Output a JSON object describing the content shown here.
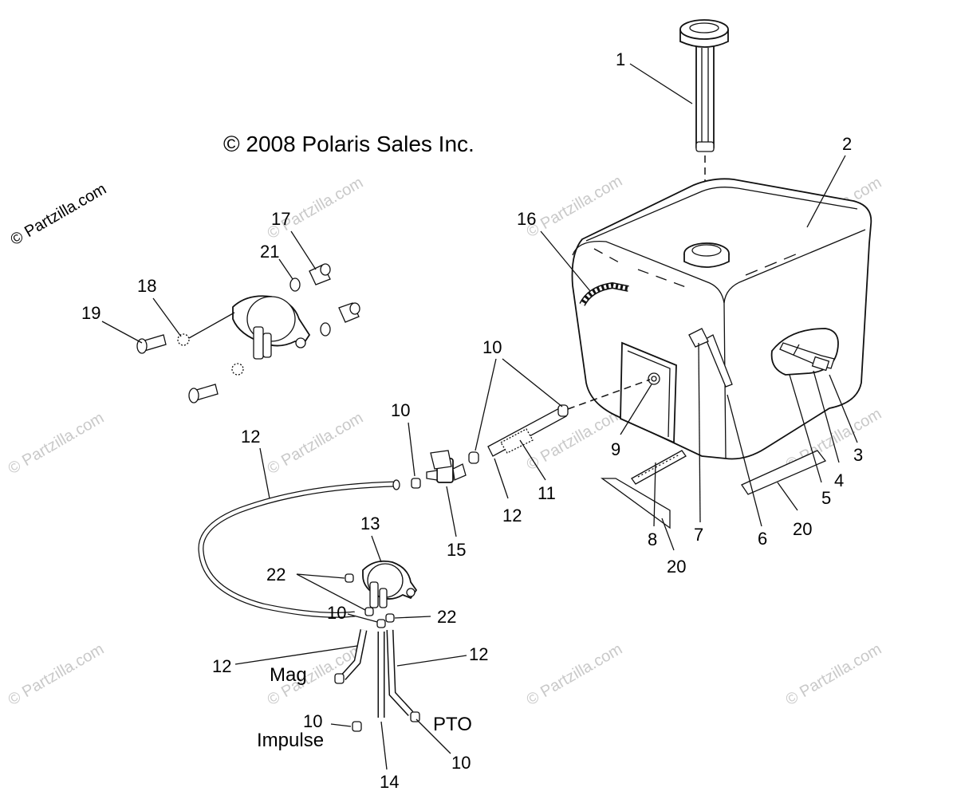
{
  "copyright": "© 2008 Polaris Sales Inc.",
  "watermark": "© Partzilla.com",
  "terminal_labels": {
    "mag": "Mag",
    "pto": "PTO",
    "impulse": "Impulse"
  },
  "callouts": [
    "1",
    "2",
    "3",
    "4",
    "5",
    "6",
    "7",
    "8",
    "9",
    "10",
    "10",
    "10",
    "10",
    "10",
    "10",
    "11",
    "12",
    "12",
    "12",
    "12",
    "12",
    "13",
    "14",
    "15",
    "16",
    "17",
    "18",
    "19",
    "20",
    "20",
    "21",
    "22",
    "22"
  ]
}
